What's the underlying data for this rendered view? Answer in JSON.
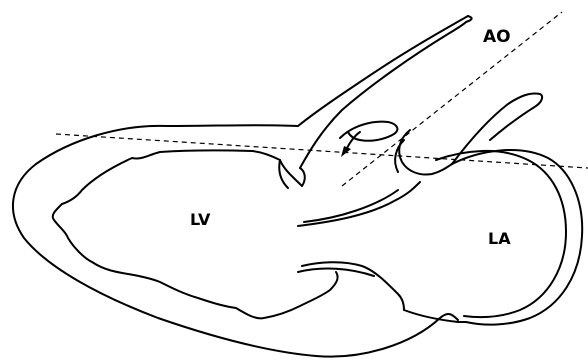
{
  "labels": {
    "ao": "AO",
    "lv": "LV",
    "la": "LA"
  },
  "colors": {
    "line": "#000000",
    "background": "#ffffff"
  }
}
